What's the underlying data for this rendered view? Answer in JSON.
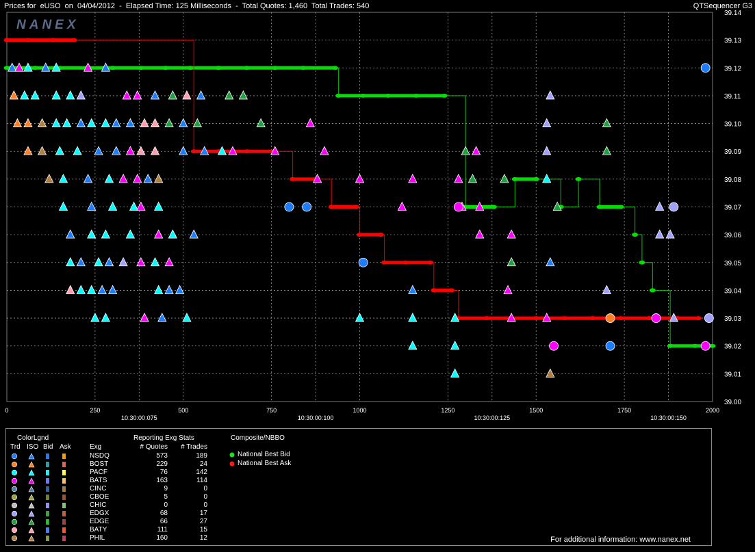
{
  "window": {
    "title": "Prices for  eUSO  on  04/04/2012  -  Elapsed Time: 125 Milliseconds  -  Total Quotes: 1,460  Total Trades: 540",
    "app_name": "QTSequencer G3",
    "logo_text": "NANEX"
  },
  "chart_data": {
    "type": "scatter",
    "symbol": "eUSO",
    "date": "04/04/2012",
    "xlim": [
      0,
      2000
    ],
    "ylim": [
      39.0,
      39.14
    ],
    "x_ticks": [
      "0",
      "250",
      "500",
      "750",
      "1000",
      "1250",
      "1500",
      "1750",
      "2000"
    ],
    "time_labels": [
      {
        "x": 375,
        "label": "10:30:00:075"
      },
      {
        "x": 875,
        "label": "10:30:00:100"
      },
      {
        "x": 1375,
        "label": "10:30:00:125"
      },
      {
        "x": 1875,
        "label": "10:30:00:150"
      }
    ],
    "y_ticks": [
      "39.14",
      "39.13",
      "39.12",
      "39.11",
      "39.10",
      "39.09",
      "39.08",
      "39.07",
      "39.06",
      "39.05",
      "39.04",
      "39.03",
      "39.02",
      "39.01",
      "39.00"
    ],
    "grid": true,
    "series": [
      {
        "name": "National Best Bid",
        "color": "#00e000",
        "points": [
          {
            "x": 0,
            "y": 39.12
          },
          {
            "x": 80,
            "y": 39.12
          },
          {
            "x": 150,
            "y": 39.12
          },
          {
            "x": 230,
            "y": 39.12
          },
          {
            "x": 300,
            "y": 39.12
          },
          {
            "x": 380,
            "y": 39.12
          },
          {
            "x": 450,
            "y": 39.12
          },
          {
            "x": 520,
            "y": 39.12
          },
          {
            "x": 600,
            "y": 39.12
          },
          {
            "x": 680,
            "y": 39.12
          },
          {
            "x": 760,
            "y": 39.12
          },
          {
            "x": 840,
            "y": 39.12
          },
          {
            "x": 930,
            "y": 39.12
          },
          {
            "x": 940,
            "y": 39.11
          },
          {
            "x": 1010,
            "y": 39.11
          },
          {
            "x": 1080,
            "y": 39.11
          },
          {
            "x": 1160,
            "y": 39.11
          },
          {
            "x": 1240,
            "y": 39.11
          },
          {
            "x": 1300,
            "y": 39.07
          },
          {
            "x": 1380,
            "y": 39.07
          },
          {
            "x": 1440,
            "y": 39.08
          },
          {
            "x": 1500,
            "y": 39.08
          },
          {
            "x": 1570,
            "y": 39.07
          },
          {
            "x": 1620,
            "y": 39.08
          },
          {
            "x": 1680,
            "y": 39.07
          },
          {
            "x": 1740,
            "y": 39.07
          },
          {
            "x": 1780,
            "y": 39.06
          },
          {
            "x": 1800,
            "y": 39.05
          },
          {
            "x": 1830,
            "y": 39.04
          },
          {
            "x": 1880,
            "y": 39.02
          },
          {
            "x": 1950,
            "y": 39.02
          },
          {
            "x": 2000,
            "y": 39.02
          }
        ]
      },
      {
        "name": "National Best Ask",
        "color": "#ff0000",
        "points": [
          {
            "x": 0,
            "y": 39.13
          },
          {
            "x": 60,
            "y": 39.13
          },
          {
            "x": 130,
            "y": 39.13
          },
          {
            "x": 190,
            "y": 39.13
          },
          {
            "x": 530,
            "y": 39.09
          },
          {
            "x": 600,
            "y": 39.09
          },
          {
            "x": 680,
            "y": 39.09
          },
          {
            "x": 760,
            "y": 39.09
          },
          {
            "x": 810,
            "y": 39.08
          },
          {
            "x": 880,
            "y": 39.08
          },
          {
            "x": 920,
            "y": 39.07
          },
          {
            "x": 990,
            "y": 39.07
          },
          {
            "x": 1000,
            "y": 39.06
          },
          {
            "x": 1060,
            "y": 39.06
          },
          {
            "x": 1070,
            "y": 39.05
          },
          {
            "x": 1130,
            "y": 39.05
          },
          {
            "x": 1200,
            "y": 39.05
          },
          {
            "x": 1210,
            "y": 39.04
          },
          {
            "x": 1260,
            "y": 39.04
          },
          {
            "x": 1280,
            "y": 39.03
          },
          {
            "x": 1360,
            "y": 39.03
          },
          {
            "x": 1430,
            "y": 39.03
          },
          {
            "x": 1500,
            "y": 39.03
          },
          {
            "x": 1580,
            "y": 39.03
          },
          {
            "x": 1660,
            "y": 39.03
          },
          {
            "x": 1740,
            "y": 39.03
          },
          {
            "x": 1820,
            "y": 39.03
          },
          {
            "x": 1900,
            "y": 39.03
          },
          {
            "x": 1960,
            "y": 39.03
          }
        ]
      }
    ],
    "trades": [
      {
        "x": 15,
        "y": 39.12,
        "exg": "NSDQ"
      },
      {
        "x": 35,
        "y": 39.12,
        "exg": "BATS"
      },
      {
        "x": 60,
        "y": 39.12,
        "exg": "PACF"
      },
      {
        "x": 110,
        "y": 39.12,
        "exg": "NSDQ"
      },
      {
        "x": 140,
        "y": 39.12,
        "exg": "PACF"
      },
      {
        "x": 230,
        "y": 39.12,
        "exg": "BATS"
      },
      {
        "x": 280,
        "y": 39.12,
        "exg": "NSDQ"
      },
      {
        "x": 20,
        "y": 39.11,
        "exg": "BOST"
      },
      {
        "x": 50,
        "y": 39.11,
        "exg": "PACF"
      },
      {
        "x": 80,
        "y": 39.11,
        "exg": "PACF"
      },
      {
        "x": 140,
        "y": 39.11,
        "exg": "PACF"
      },
      {
        "x": 180,
        "y": 39.11,
        "exg": "PACF"
      },
      {
        "x": 210,
        "y": 39.11,
        "exg": "EDGX"
      },
      {
        "x": 340,
        "y": 39.11,
        "exg": "BATS"
      },
      {
        "x": 370,
        "y": 39.11,
        "exg": "BATS"
      },
      {
        "x": 420,
        "y": 39.11,
        "exg": "NSDQ"
      },
      {
        "x": 470,
        "y": 39.11,
        "exg": "EDGE"
      },
      {
        "x": 510,
        "y": 39.11,
        "exg": "BATY"
      },
      {
        "x": 550,
        "y": 39.11,
        "exg": "NSDQ"
      },
      {
        "x": 630,
        "y": 39.11,
        "exg": "EDGE"
      },
      {
        "x": 670,
        "y": 39.11,
        "exg": "EDGE"
      },
      {
        "x": 1540,
        "y": 39.11,
        "exg": "EDGX"
      },
      {
        "x": 30,
        "y": 39.1,
        "exg": "BOST"
      },
      {
        "x": 60,
        "y": 39.1,
        "exg": "BOST"
      },
      {
        "x": 100,
        "y": 39.1,
        "exg": "PHIL"
      },
      {
        "x": 140,
        "y": 39.1,
        "exg": "PACF"
      },
      {
        "x": 170,
        "y": 39.1,
        "exg": "PACF"
      },
      {
        "x": 210,
        "y": 39.1,
        "exg": "NSDQ"
      },
      {
        "x": 240,
        "y": 39.1,
        "exg": "PACF"
      },
      {
        "x": 280,
        "y": 39.1,
        "exg": "PACF"
      },
      {
        "x": 310,
        "y": 39.1,
        "exg": "NSDQ"
      },
      {
        "x": 350,
        "y": 39.1,
        "exg": "NSDQ"
      },
      {
        "x": 390,
        "y": 39.1,
        "exg": "BATY"
      },
      {
        "x": 420,
        "y": 39.1,
        "exg": "BATY"
      },
      {
        "x": 460,
        "y": 39.1,
        "exg": "EDGE"
      },
      {
        "x": 500,
        "y": 39.1,
        "exg": "NSDQ"
      },
      {
        "x": 540,
        "y": 39.1,
        "exg": "EDGE"
      },
      {
        "x": 720,
        "y": 39.1,
        "exg": "EDGE"
      },
      {
        "x": 860,
        "y": 39.1,
        "exg": "BATS"
      },
      {
        "x": 1530,
        "y": 39.1,
        "exg": "EDGX"
      },
      {
        "x": 1700,
        "y": 39.1,
        "exg": "EDGE"
      },
      {
        "x": 60,
        "y": 39.09,
        "exg": "BOST"
      },
      {
        "x": 100,
        "y": 39.09,
        "exg": "PHIL"
      },
      {
        "x": 150,
        "y": 39.09,
        "exg": "PACF"
      },
      {
        "x": 200,
        "y": 39.09,
        "exg": "PACF"
      },
      {
        "x": 260,
        "y": 39.09,
        "exg": "NSDQ"
      },
      {
        "x": 310,
        "y": 39.09,
        "exg": "NSDQ"
      },
      {
        "x": 350,
        "y": 39.09,
        "exg": "BATS"
      },
      {
        "x": 380,
        "y": 39.09,
        "exg": "BATY"
      },
      {
        "x": 420,
        "y": 39.09,
        "exg": "BATY"
      },
      {
        "x": 500,
        "y": 39.09,
        "exg": "NSDQ"
      },
      {
        "x": 560,
        "y": 39.09,
        "exg": "NSDQ"
      },
      {
        "x": 610,
        "y": 39.09,
        "exg": "PACF"
      },
      {
        "x": 640,
        "y": 39.09,
        "exg": "BATS"
      },
      {
        "x": 760,
        "y": 39.09,
        "exg": "BATS"
      },
      {
        "x": 900,
        "y": 39.09,
        "exg": "BATS"
      },
      {
        "x": 1300,
        "y": 39.09,
        "exg": "EDGE"
      },
      {
        "x": 1330,
        "y": 39.09,
        "exg": "BATS"
      },
      {
        "x": 1530,
        "y": 39.09,
        "exg": "EDGX"
      },
      {
        "x": 1700,
        "y": 39.09,
        "exg": "EDGE"
      },
      {
        "x": 120,
        "y": 39.08,
        "exg": "PHIL"
      },
      {
        "x": 160,
        "y": 39.08,
        "exg": "PACF"
      },
      {
        "x": 230,
        "y": 39.08,
        "exg": "NSDQ"
      },
      {
        "x": 290,
        "y": 39.08,
        "exg": "PACF"
      },
      {
        "x": 330,
        "y": 39.08,
        "exg": "BATS"
      },
      {
        "x": 370,
        "y": 39.08,
        "exg": "BATS"
      },
      {
        "x": 400,
        "y": 39.08,
        "exg": "NSDQ"
      },
      {
        "x": 430,
        "y": 39.08,
        "exg": "PHIL"
      },
      {
        "x": 880,
        "y": 39.08,
        "exg": "BATS"
      },
      {
        "x": 1000,
        "y": 39.08,
        "exg": "BATS"
      },
      {
        "x": 1150,
        "y": 39.08,
        "exg": "BATS"
      },
      {
        "x": 1280,
        "y": 39.08,
        "exg": "BATS"
      },
      {
        "x": 1320,
        "y": 39.08,
        "exg": "EDGE"
      },
      {
        "x": 1410,
        "y": 39.08,
        "exg": "EDGE"
      },
      {
        "x": 1530,
        "y": 39.08,
        "exg": "PACF"
      },
      {
        "x": 160,
        "y": 39.07,
        "exg": "PACF"
      },
      {
        "x": 240,
        "y": 39.07,
        "exg": "NSDQ"
      },
      {
        "x": 300,
        "y": 39.07,
        "exg": "PACF"
      },
      {
        "x": 360,
        "y": 39.07,
        "exg": "PACF"
      },
      {
        "x": 380,
        "y": 39.07,
        "exg": "BATS"
      },
      {
        "x": 430,
        "y": 39.07,
        "exg": "PACF"
      },
      {
        "x": 1120,
        "y": 39.07,
        "exg": "BATS"
      },
      {
        "x": 1290,
        "y": 39.07,
        "exg": "BATS"
      },
      {
        "x": 1340,
        "y": 39.07,
        "exg": "BATS"
      },
      {
        "x": 1560,
        "y": 39.07,
        "exg": "EDGE"
      },
      {
        "x": 1850,
        "y": 39.07,
        "exg": "EDGX"
      },
      {
        "x": 180,
        "y": 39.06,
        "exg": "NSDQ"
      },
      {
        "x": 240,
        "y": 39.06,
        "exg": "PACF"
      },
      {
        "x": 280,
        "y": 39.06,
        "exg": "PACF"
      },
      {
        "x": 350,
        "y": 39.06,
        "exg": "PACF"
      },
      {
        "x": 430,
        "y": 39.06,
        "exg": "BATS"
      },
      {
        "x": 470,
        "y": 39.06,
        "exg": "PACF"
      },
      {
        "x": 530,
        "y": 39.06,
        "exg": "NSDQ"
      },
      {
        "x": 1340,
        "y": 39.06,
        "exg": "BATS"
      },
      {
        "x": 1430,
        "y": 39.06,
        "exg": "BATS"
      },
      {
        "x": 1850,
        "y": 39.06,
        "exg": "EDGX"
      },
      {
        "x": 1880,
        "y": 39.06,
        "exg": "EDGX"
      },
      {
        "x": 180,
        "y": 39.05,
        "exg": "PACF"
      },
      {
        "x": 210,
        "y": 39.05,
        "exg": "NSDQ"
      },
      {
        "x": 260,
        "y": 39.05,
        "exg": "PACF"
      },
      {
        "x": 290,
        "y": 39.05,
        "exg": "NSDQ"
      },
      {
        "x": 330,
        "y": 39.05,
        "exg": "EDGX"
      },
      {
        "x": 380,
        "y": 39.05,
        "exg": "BATS"
      },
      {
        "x": 420,
        "y": 39.05,
        "exg": "PACF"
      },
      {
        "x": 460,
        "y": 39.05,
        "exg": "BATS"
      },
      {
        "x": 1430,
        "y": 39.05,
        "exg": "EDGE"
      },
      {
        "x": 1540,
        "y": 39.05,
        "exg": "NSDQ"
      },
      {
        "x": 180,
        "y": 39.04,
        "exg": "BATY"
      },
      {
        "x": 210,
        "y": 39.04,
        "exg": "PACF"
      },
      {
        "x": 240,
        "y": 39.04,
        "exg": "PACF"
      },
      {
        "x": 270,
        "y": 39.04,
        "exg": "NSDQ"
      },
      {
        "x": 300,
        "y": 39.04,
        "exg": "NSDQ"
      },
      {
        "x": 430,
        "y": 39.04,
        "exg": "PACF"
      },
      {
        "x": 460,
        "y": 39.04,
        "exg": "NSDQ"
      },
      {
        "x": 490,
        "y": 39.04,
        "exg": "NSDQ"
      },
      {
        "x": 1150,
        "y": 39.04,
        "exg": "NSDQ"
      },
      {
        "x": 1420,
        "y": 39.04,
        "exg": "BATS"
      },
      {
        "x": 1700,
        "y": 39.04,
        "exg": "EDGX"
      },
      {
        "x": 250,
        "y": 39.03,
        "exg": "PACF"
      },
      {
        "x": 280,
        "y": 39.03,
        "exg": "PACF"
      },
      {
        "x": 390,
        "y": 39.03,
        "exg": "BATS"
      },
      {
        "x": 440,
        "y": 39.03,
        "exg": "NSDQ"
      },
      {
        "x": 510,
        "y": 39.03,
        "exg": "PACF"
      },
      {
        "x": 1000,
        "y": 39.03,
        "exg": "PACF"
      },
      {
        "x": 1150,
        "y": 39.03,
        "exg": "PACF"
      },
      {
        "x": 1270,
        "y": 39.03,
        "exg": "PACF"
      },
      {
        "x": 1430,
        "y": 39.03,
        "exg": "BATS"
      },
      {
        "x": 1530,
        "y": 39.03,
        "exg": "BATS"
      },
      {
        "x": 1890,
        "y": 39.03,
        "exg": "EDGX"
      },
      {
        "x": 1150,
        "y": 39.02,
        "exg": "PACF"
      },
      {
        "x": 1270,
        "y": 39.02,
        "exg": "PACF"
      },
      {
        "x": 1270,
        "y": 39.01,
        "exg": "PACF"
      },
      {
        "x": 1540,
        "y": 39.01,
        "exg": "PHIL"
      }
    ],
    "circles": [
      {
        "x": 1980,
        "y": 39.12,
        "exg": "NSDQ"
      },
      {
        "x": 800,
        "y": 39.07,
        "exg": "NSDQ"
      },
      {
        "x": 850,
        "y": 39.07,
        "exg": "NSDQ"
      },
      {
        "x": 1890,
        "y": 39.07,
        "exg": "EDGX"
      },
      {
        "x": 1010,
        "y": 39.05,
        "exg": "NSDQ"
      },
      {
        "x": 1710,
        "y": 39.03,
        "exg": "BOST"
      },
      {
        "x": 1840,
        "y": 39.03,
        "exg": "BATS"
      },
      {
        "x": 1990,
        "y": 39.03,
        "exg": "EDGX"
      },
      {
        "x": 1550,
        "y": 39.02,
        "exg": "BATS"
      },
      {
        "x": 1710,
        "y": 39.02,
        "exg": "NSDQ"
      },
      {
        "x": 1980,
        "y": 39.02,
        "exg": "BATS"
      },
      {
        "x": 1280,
        "y": 39.07,
        "exg": "BATS"
      }
    ]
  },
  "legend": {
    "color_legend_title": "ColorLgnd",
    "headers": {
      "trd": "Trd",
      "iso": "ISO",
      "bid": "Bid",
      "ask": "Ask",
      "exg": "Exg"
    },
    "stats_title": "Reporting Exg Stats",
    "quotes_header": "# Quotes",
    "trades_header": "# Trades",
    "composite_title": "Composite/NBBO",
    "nbb_label": "National Best Bid",
    "nbo_label": "National Best Ask",
    "footer_note": "For additional information: www.nanex.net",
    "exchanges": [
      {
        "name": "NSDQ",
        "quotes": "573",
        "trades": "189",
        "trd_color": "#1e7cff",
        "iso_color": "#1e7cff",
        "bid_color": "#1e7cff",
        "ask_color": "#ff9900"
      },
      {
        "name": "BOST",
        "quotes": "229",
        "trades": "24",
        "trd_color": "#ff7f27",
        "iso_color": "#ff7f27",
        "bid_color": "#2aa0a0",
        "ask_color": "#e06060"
      },
      {
        "name": "PACF",
        "quotes": "76",
        "trades": "142",
        "trd_color": "#00ffff",
        "iso_color": "#00ffff",
        "bid_color": "#00ffff",
        "ask_color": "#ffff40"
      },
      {
        "name": "BATS",
        "quotes": "163",
        "trades": "114",
        "trd_color": "#ff00ff",
        "iso_color": "#ff00ff",
        "bid_color": "#6a7cff",
        "ask_color": "#ffc060"
      },
      {
        "name": "CINC",
        "quotes": "9",
        "trades": "0",
        "trd_color": "#5a7aa0",
        "iso_color": "#5a7aa0",
        "bid_color": "#3060a0",
        "ask_color": "#a08040"
      },
      {
        "name": "CBOE",
        "quotes": "5",
        "trades": "0",
        "trd_color": "#a0a040",
        "iso_color": "#a0a040",
        "bid_color": "#708030",
        "ask_color": "#a05030"
      },
      {
        "name": "CHIC",
        "quotes": "0",
        "trades": "0",
        "trd_color": "#c0c0c0",
        "iso_color": "#c0c0c0",
        "bid_color": "#9090ff",
        "ask_color": "#80c080"
      },
      {
        "name": "EDGX",
        "quotes": "68",
        "trades": "17",
        "trd_color": "#a0a0ff",
        "iso_color": "#a0a0ff",
        "bid_color": "#40a040",
        "ask_color": "#c06040"
      },
      {
        "name": "EDGE",
        "quotes": "66",
        "trades": "27",
        "trd_color": "#20a040",
        "iso_color": "#20a040",
        "bid_color": "#20c020",
        "ask_color": "#a04040"
      },
      {
        "name": "BATY",
        "quotes": "111",
        "trades": "15",
        "trd_color": "#ff9fb0",
        "iso_color": "#ff9fb0",
        "bid_color": "#4080ff",
        "ask_color": "#ff5030"
      },
      {
        "name": "PHIL",
        "quotes": "160",
        "trades": "12",
        "trd_color": "#b08040",
        "iso_color": "#b08040",
        "bid_color": "#80a040",
        "ask_color": "#c04060"
      }
    ]
  }
}
